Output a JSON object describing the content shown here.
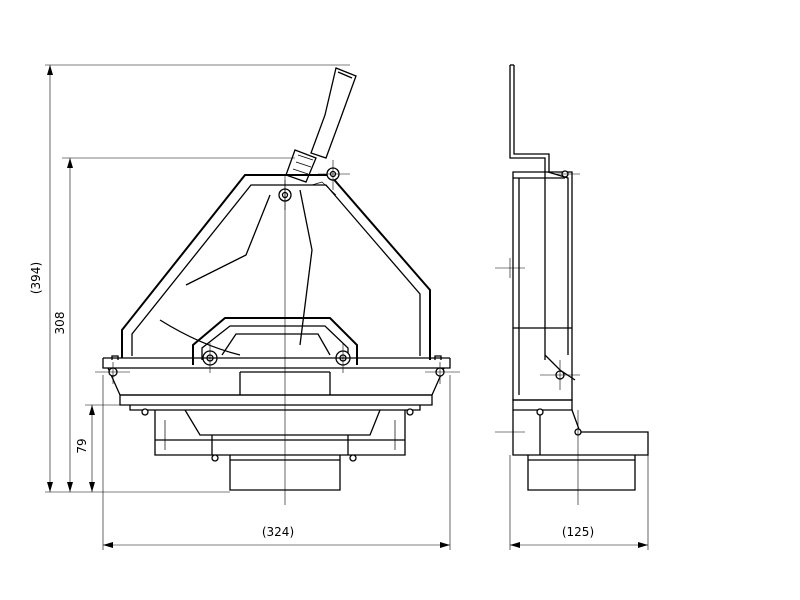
{
  "dimensions": {
    "overall_height": "(394)",
    "body_height": "308",
    "base_height": "79",
    "overall_width": "(324)",
    "side_width": "(125)"
  },
  "views": [
    "front-view",
    "side-view"
  ]
}
